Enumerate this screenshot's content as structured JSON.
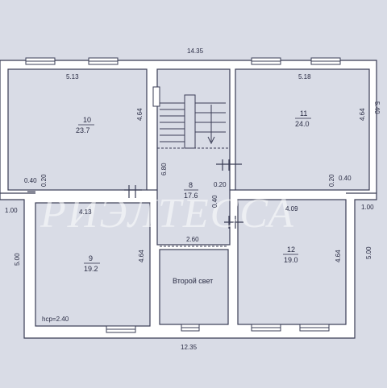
{
  "plan": {
    "colors": {
      "paper": "#d9dce6",
      "wall": "#ffffff",
      "line": "#3a3d55",
      "text": "#2a2c44",
      "watermark": "#ffffff"
    },
    "watermark": "РИЭЛТЕССА",
    "dimensions": {
      "total_top": "14.35",
      "total_bottom": "12.35",
      "room10_top": "5.13",
      "room11_top": "5.18",
      "room10_side": "4.64",
      "room11_side": "4.64",
      "right_top_side": "5.40",
      "left_lower_side": "5.00",
      "right_lower_side": "5.00",
      "left_offset": "1.00",
      "right_offset": "1.00",
      "wall_left_a": "0.40",
      "wall_left_b": "0.20",
      "wall_right_a": "0.20",
      "wall_right_b": "0.40",
      "corridor_height": "6.80",
      "corridor_width": "2.60",
      "corridor_wall_a": "0.20",
      "corridor_wall_b": "0.40",
      "room9_top": "4.13",
      "room12_top": "4.09",
      "room9_side": "4.64",
      "room12_side": "4.64",
      "ceiling_height": "hср=2.40"
    },
    "rooms": [
      {
        "number": "10",
        "area": "23.7"
      },
      {
        "number": "11",
        "area": "24.0"
      },
      {
        "number": "8",
        "area": "17.6"
      },
      {
        "number": "9",
        "area": "19.2"
      },
      {
        "number": "12",
        "area": "19.0"
      }
    ],
    "second_light": "Второй свет"
  }
}
